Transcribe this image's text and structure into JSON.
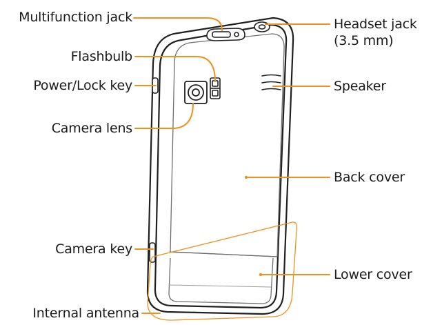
{
  "colors": {
    "leader": "#f0901e",
    "outline": "#1f1f1f",
    "panel_outline": "#6e6e6e",
    "text": "#1a1a1a"
  },
  "labels": {
    "multifunction_jack": "Multifunction jack",
    "flashbulb": "Flashbulb",
    "power_lock_key": "Power/Lock key",
    "camera_lens": "Camera lens",
    "camera_key": "Camera key",
    "internal_antenna": "Internal antenna",
    "headset_jack": "Headset jack",
    "headset_jack_size": "(3.5 mm)",
    "speaker": "Speaker",
    "back_cover": "Back cover",
    "lower_cover": "Lower cover"
  }
}
